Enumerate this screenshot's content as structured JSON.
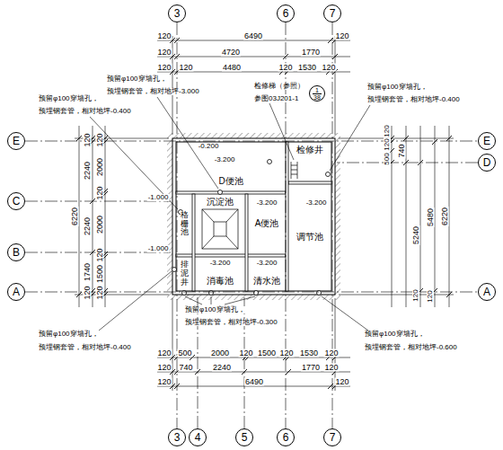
{
  "diagram": {
    "nodes": [
      {
        "text": [
          "3"
        ]
      },
      {
        "text": [
          "6"
        ]
      },
      {
        "text": [
          "7"
        ]
      },
      {
        "text": [
          "3"
        ]
      },
      {
        "text": [
          "4"
        ]
      },
      {
        "text": [
          "5"
        ]
      },
      {
        "text": [
          "6"
        ]
      },
      {
        "text": [
          "7"
        ]
      },
      {
        "text": [
          "E"
        ]
      },
      {
        "text": [
          "C"
        ]
      },
      {
        "text": [
          "B"
        ]
      },
      {
        "text": [
          "A"
        ]
      },
      {
        "text": [
          "E"
        ]
      },
      {
        "text": [
          "D"
        ]
      },
      {
        "text": [
          "A"
        ]
      },
      {
        "text": [
          "1",
          "38"
        ]
      },
      {
        "text": [
          "D便池"
        ]
      },
      {
        "text": [
          "检修井"
        ]
      },
      {
        "text": [
          "调节池"
        ]
      },
      {
        "text": [
          "格栅池"
        ]
      },
      {
        "text": [
          "排泥井"
        ]
      },
      {
        "text": [
          "沉淀池"
        ]
      },
      {
        "text": [
          "A便池"
        ]
      },
      {
        "text": [
          "消毒池"
        ]
      },
      {
        "text": [
          "清水池"
        ]
      }
    ],
    "edges": [
      {
        "from": 0,
        "to": 3,
        "arrow": "none"
      },
      {
        "from": 1,
        "to": 6,
        "arrow": "none"
      },
      {
        "from": 2,
        "to": 7,
        "arrow": "none"
      },
      {
        "from": 8,
        "to": 12,
        "arrow": "none"
      },
      {
        "from": 11,
        "to": 14,
        "arrow": "none"
      }
    ],
    "labels": [
      "120",
      "6490",
      "120",
      "120",
      "4720",
      "1770",
      "120",
      "120",
      "4480",
      "120",
      "1530",
      "120",
      "120",
      "500",
      "2000",
      "120",
      "1500",
      "120",
      "1530",
      "120",
      "120",
      "740",
      "2240",
      "1770",
      "120",
      "120",
      "6490",
      "120",
      "6220",
      "120",
      "2240",
      "2240",
      "1740",
      "120",
      "120",
      "2000",
      "120",
      "2000",
      "120",
      "1500",
      "120",
      "120",
      "120",
      "500",
      "740",
      "5240",
      "5480",
      "6220",
      "120",
      "120",
      "预留φ100穿墙孔，",
      "预埋钢套管，相对地坪-0.400",
      "预留φ100穿墙孔，",
      "预埋钢套管，相对地坪-3.000",
      "检修梯（参照）",
      "参图03J201-1",
      "预留φ100穿墙孔，",
      "预埋钢套管，相对地坪-0.400",
      "预留φ100穿墙孔，",
      "预埋钢套管，相对地坪-0.300",
      "预留φ100穿墙孔，",
      "预埋钢套管，相对地坪-0.400",
      "预留φ100穿墙孔，",
      "预埋钢套管，相对地坪-0.600",
      "-0.200",
      "-3.200",
      "-3.200",
      "-3.200",
      "-3.200",
      "-3.200",
      "-1.000",
      "-1.000"
    ]
  }
}
